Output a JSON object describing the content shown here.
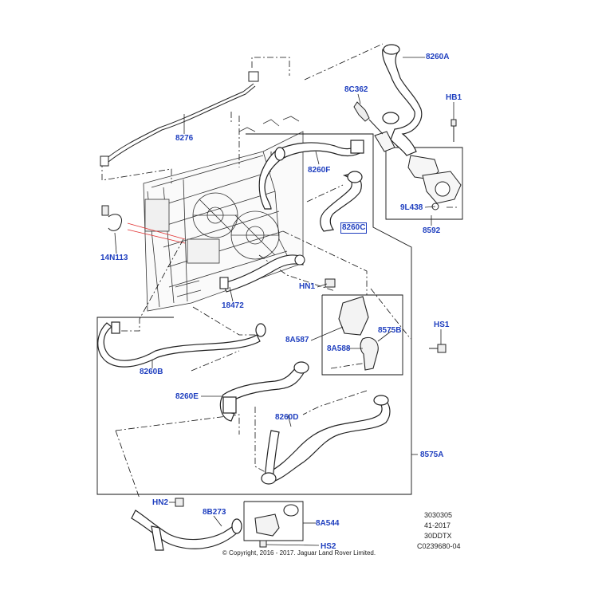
{
  "labels": {
    "p8260A": "8260A",
    "p8C362": "8C362",
    "pHB1": "HB1",
    "p8276": "8276",
    "p8260F": "8260F",
    "p9L438": "9L438",
    "p8260C": "8260C",
    "p8592": "8592",
    "p14N113": "14N113",
    "pHN1": "HN1",
    "p18472": "18472",
    "p8575B": "8575B",
    "pHS1": "HS1",
    "p8A587": "8A587",
    "p8A588": "8A588",
    "p8260B": "8260B",
    "p8260E": "8260E",
    "p8260D": "8260D",
    "p8575A": "8575A",
    "pHN2": "HN2",
    "p8B273": "8B273",
    "p8A544": "8A544",
    "pHS2": "HS2"
  },
  "reference": {
    "line1": "3030305",
    "line2": "41-2017",
    "line3": "30DDTX",
    "line4": "C0239680-04"
  },
  "copyright": "© Copyright, 2016 - 2017. Jaguar Land Rover Limited.",
  "colors": {
    "label": "#1f3fbf",
    "line": "#111111",
    "highlight": "#e03030"
  }
}
